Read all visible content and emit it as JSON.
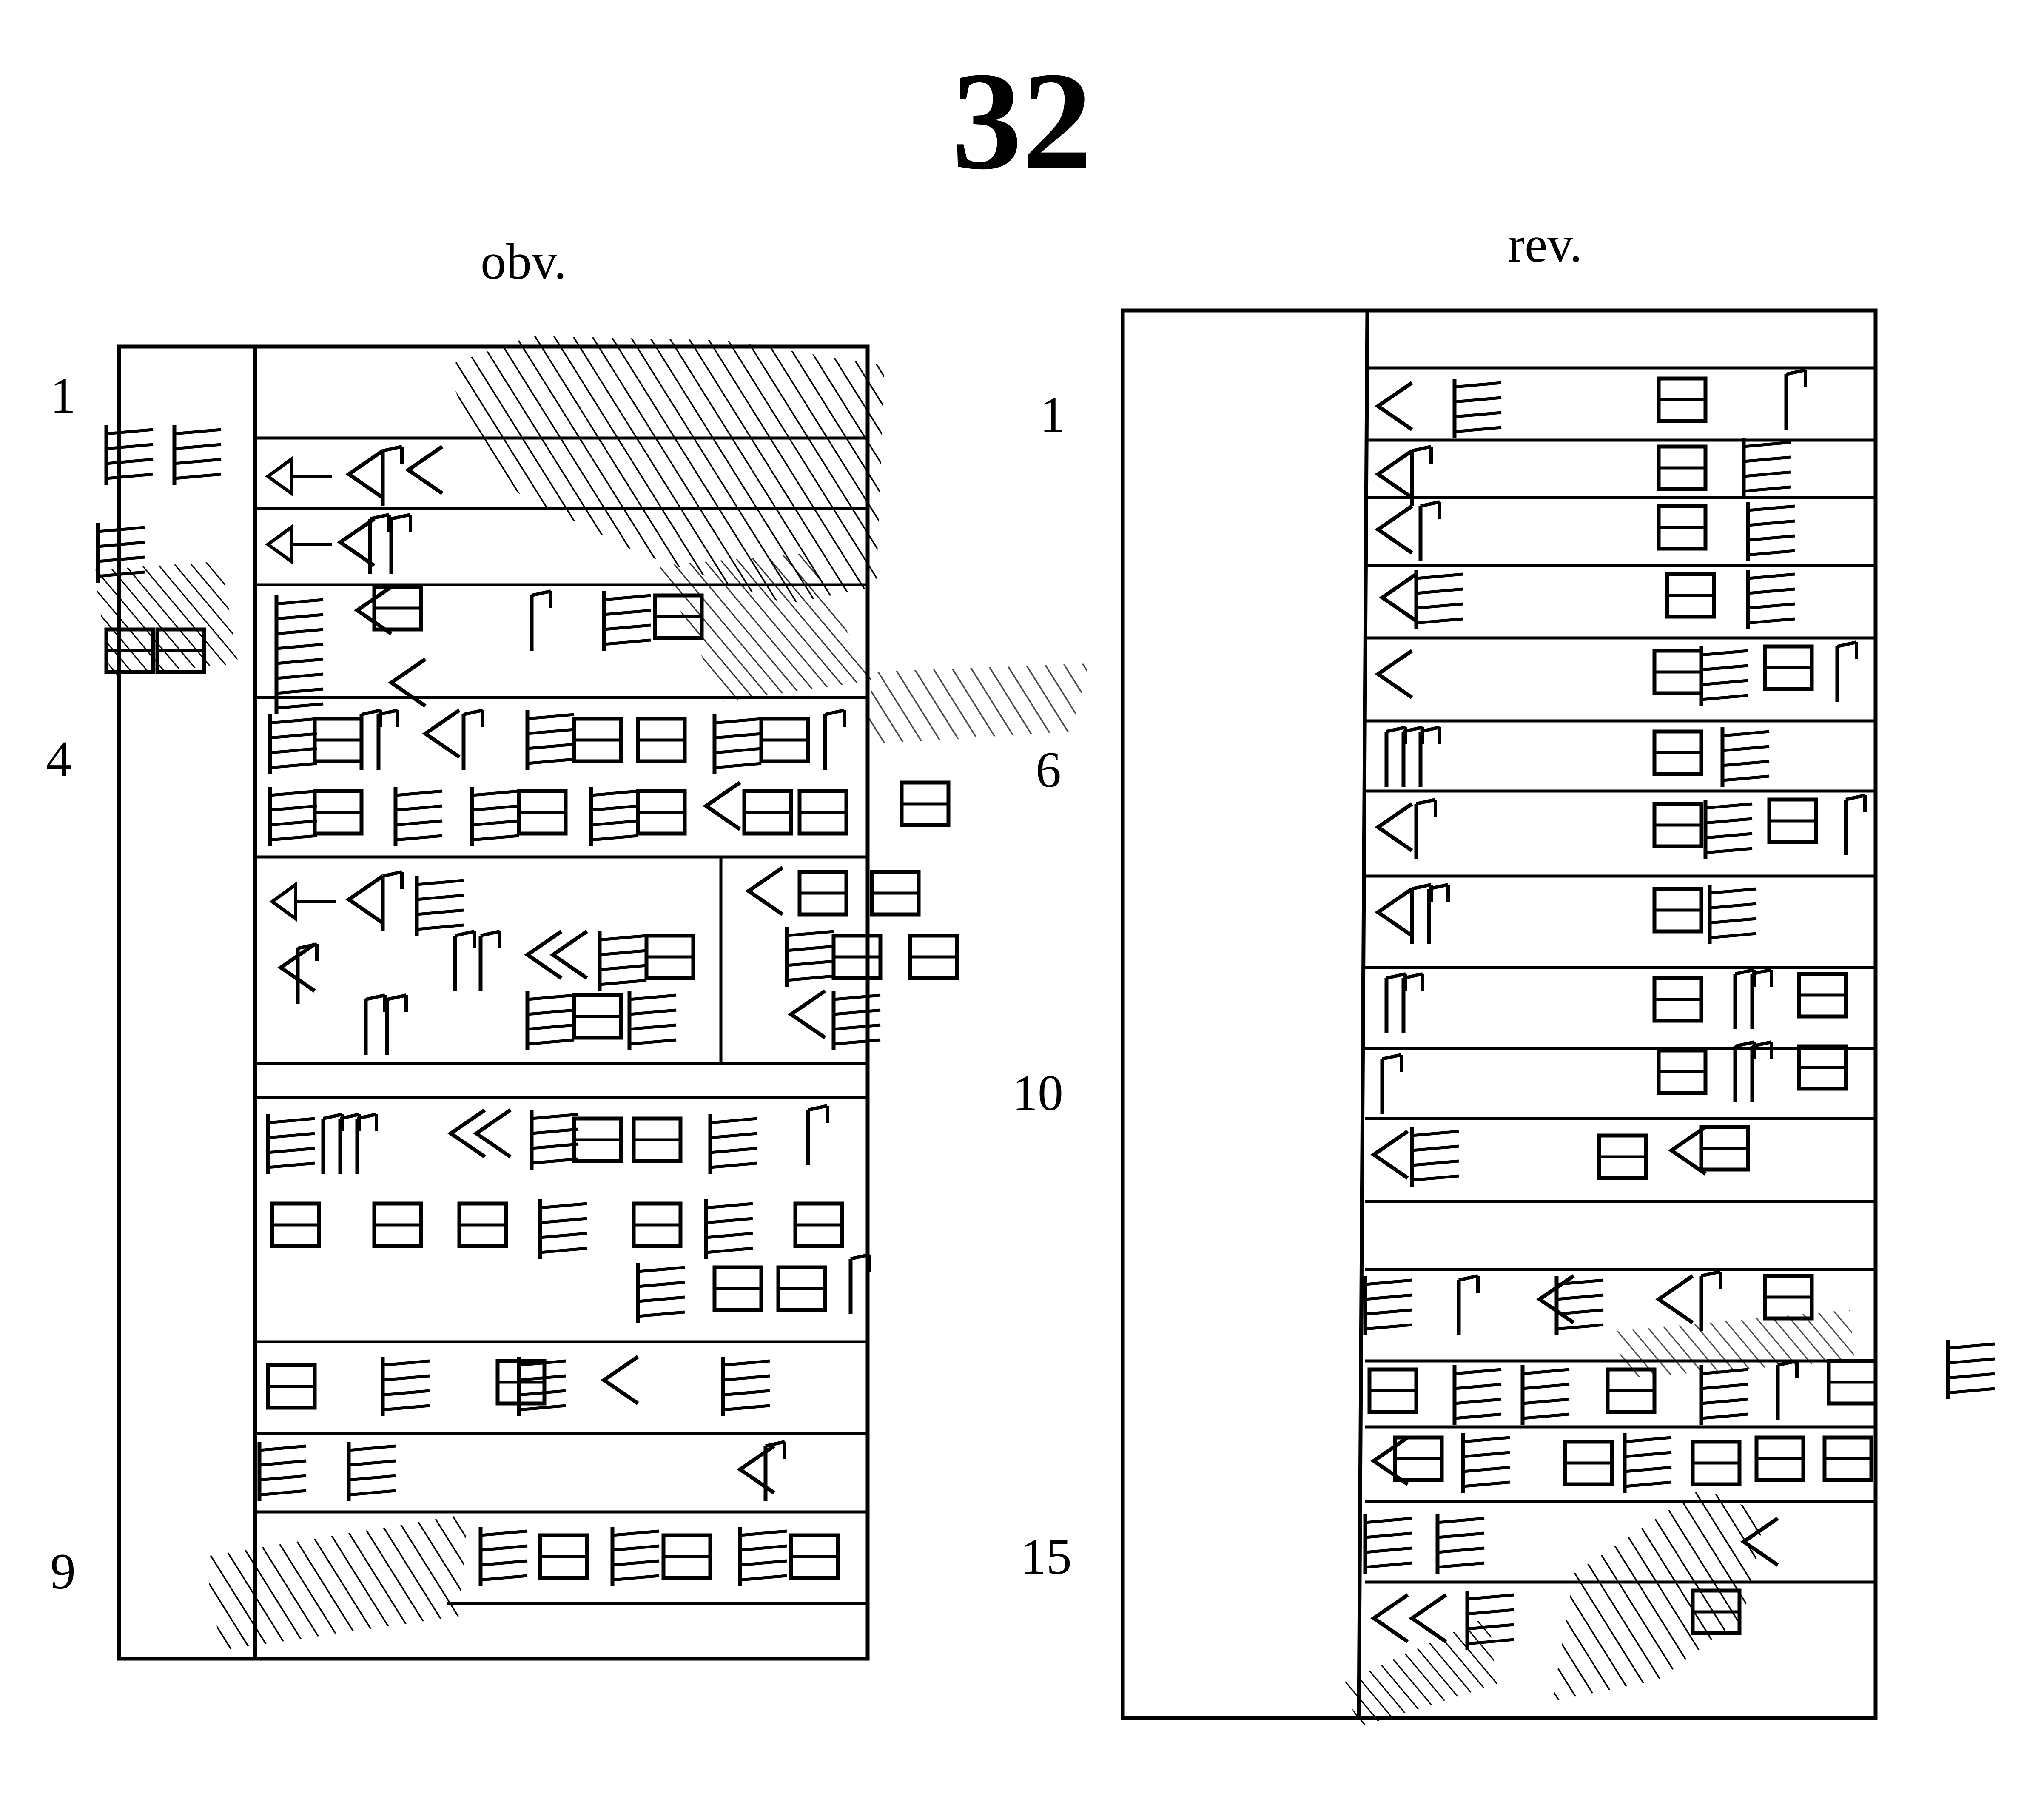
{
  "plate_number": "32",
  "obverse": {
    "label": "obv.",
    "line_numbers": [
      "1",
      "4",
      "9"
    ]
  },
  "reverse": {
    "label": "rev.",
    "line_numbers": [
      "1",
      "6",
      "10",
      "15"
    ]
  }
}
